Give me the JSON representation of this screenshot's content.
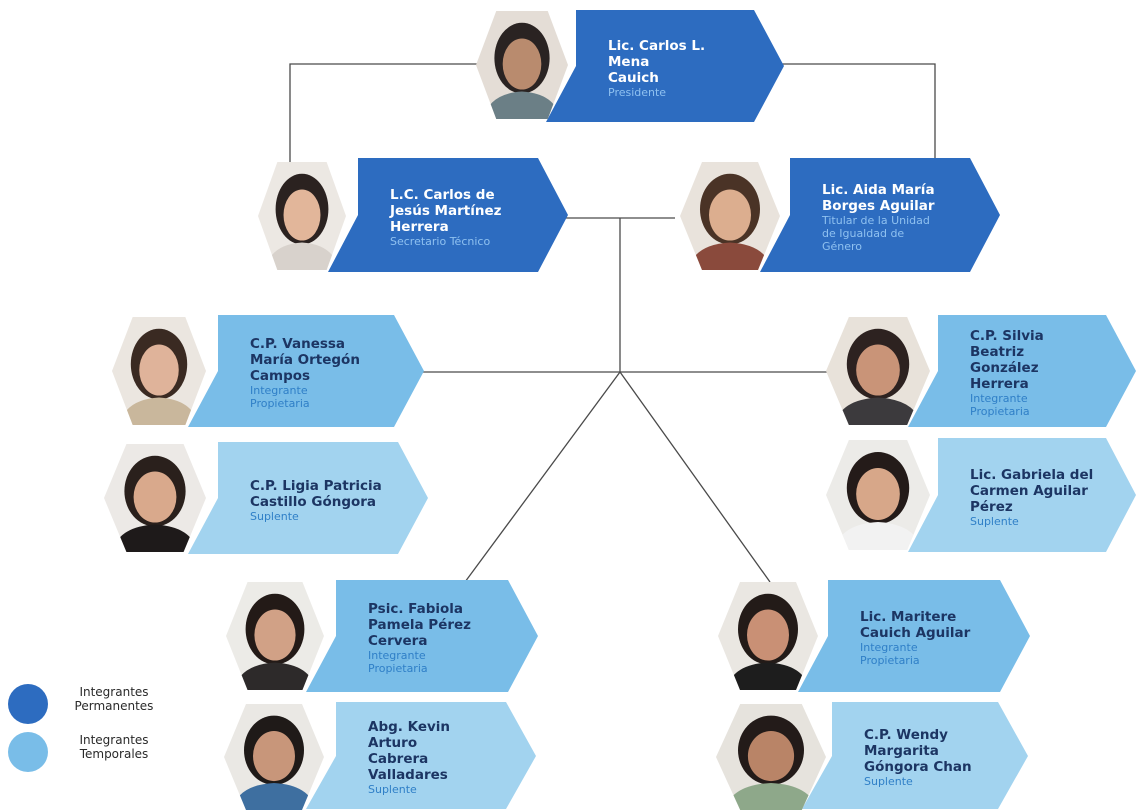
{
  "colors": {
    "permanent": "#2d6cc0",
    "temporary": "#79bde8",
    "temporary_light": "#a2d3ef",
    "connector": "#4a4a4a"
  },
  "members": {
    "president": {
      "name": "Lic. Carlos L. Mena\nCauich",
      "role": "Presidente",
      "photo_icon": "person-photo"
    },
    "secretary": {
      "name": "L.C. Carlos de\nJesús Martínez\nHerrera",
      "role": "Secretario Técnico",
      "photo_icon": "person-photo"
    },
    "gender_unit": {
      "name": "Lic. Aida María\nBorges Aguilar",
      "role": "Titular de la Unidad\nde Igualdad de\nGénero",
      "photo_icon": "person-photo"
    },
    "vanessa": {
      "name": "C.P. Vanessa\nMaría Ortegón\nCampos",
      "role": "Integrante\nPropietaria",
      "photo_icon": "person-photo"
    },
    "ligia": {
      "name": "C.P. Ligia Patricia\nCastillo Góngora",
      "role": "Suplente",
      "photo_icon": "person-photo"
    },
    "silvia": {
      "name": "C.P. Silvia Beatriz\nGonzález Herrera",
      "role": "Integrante\nPropietaria",
      "photo_icon": "person-photo"
    },
    "gabriela": {
      "name": "Lic. Gabriela del\nCarmen Aguilar\nPérez",
      "role": "Suplente",
      "photo_icon": "person-photo"
    },
    "fabiola": {
      "name": "Psic. Fabiola\nPamela Pérez\nCervera",
      "role": "Integrante\nPropietaria",
      "photo_icon": "person-photo"
    },
    "kevin": {
      "name": "Abg. Kevin Arturo\nCabrera\nValladares",
      "role": "Suplente",
      "photo_icon": "person-photo"
    },
    "maritere": {
      "name": "Lic. Maritere\nCauich Aguilar",
      "role": "Integrante\nPropietaria",
      "photo_icon": "person-photo"
    },
    "wendy": {
      "name": "C.P. Wendy\nMargarita\nGóngora Chan",
      "role": "Suplente",
      "photo_icon": "person-photo"
    }
  },
  "legend": {
    "permanent_label": "Integrantes\nPermanentes",
    "temporary_label": "Integrantes\nTemporales"
  }
}
